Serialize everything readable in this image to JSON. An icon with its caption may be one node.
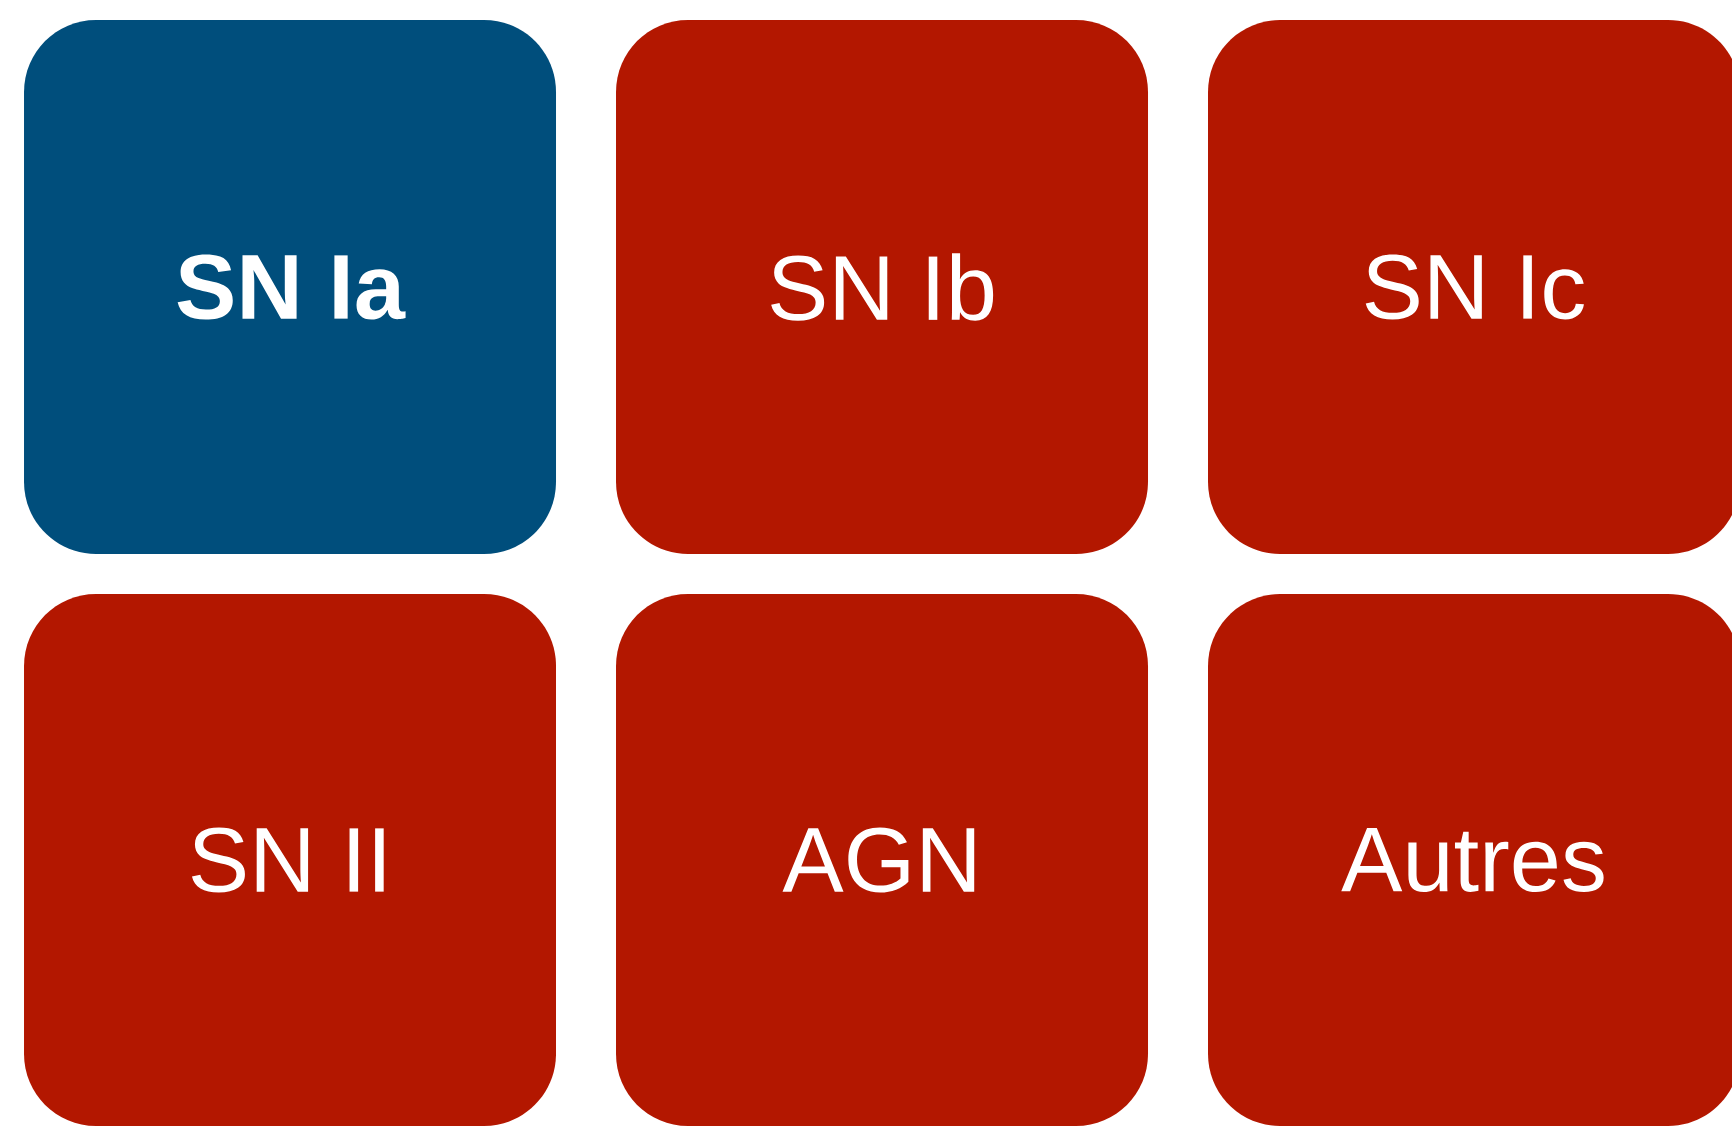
{
  "diagram": {
    "nodes": [
      {
        "text": [
          "SN Ia"
        ]
      },
      {
        "text": [
          "SN Ib"
        ]
      },
      {
        "text": [
          "SN Ic"
        ]
      },
      {
        "text": [
          "SN II"
        ]
      },
      {
        "text": [
          "AGN"
        ]
      },
      {
        "text": [
          "Autres"
        ]
      }
    ]
  }
}
